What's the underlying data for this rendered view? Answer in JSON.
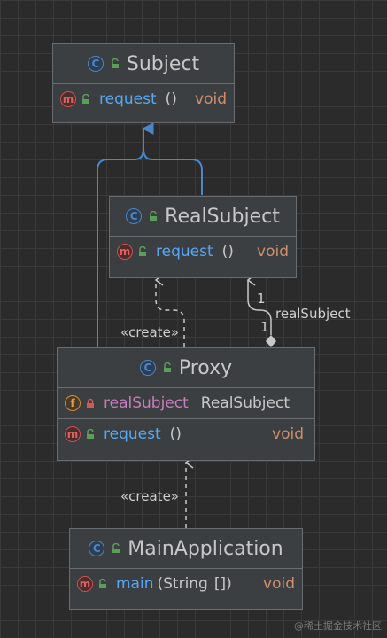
{
  "classes": {
    "subject": {
      "name": "Subject",
      "methods": [
        {
          "name": "request",
          "params": "()",
          "type": "void"
        }
      ]
    },
    "real_subject": {
      "name": "RealSubject",
      "methods": [
        {
          "name": "request",
          "params": "()",
          "type": "void"
        }
      ]
    },
    "proxy": {
      "name": "Proxy",
      "fields": [
        {
          "name": "realSubject",
          "type": "RealSubject"
        }
      ],
      "methods": [
        {
          "name": "request",
          "params": "()",
          "type": "void"
        }
      ]
    },
    "main_application": {
      "name": "MainApplication",
      "methods": [
        {
          "name": "main",
          "params_open": "(String",
          "params_close": "[])",
          "type": "void"
        }
      ]
    }
  },
  "badges": {
    "class": "C",
    "method": "m",
    "field": "f"
  },
  "labels": {
    "create_proxy_to_real": "«create»",
    "create_main_to_proxy": "«create»",
    "assoc_role": "realSubject",
    "assoc_mult_source": "1",
    "assoc_mult_target": "1"
  },
  "watermark": "@稀土掘金技术社区",
  "colors": {
    "background": "#2b2b2b",
    "class_fill": "#3c3f41",
    "realization_line": "#4a86c8",
    "dashed_line": "#c8c8c8",
    "method_name": "#56a8f5",
    "field_name": "#c77dbb",
    "return_type": "#cf8e6d"
  },
  "icons": [
    "class-icon",
    "method-icon",
    "field-icon",
    "public-visibility-icon",
    "private-lock-icon"
  ]
}
